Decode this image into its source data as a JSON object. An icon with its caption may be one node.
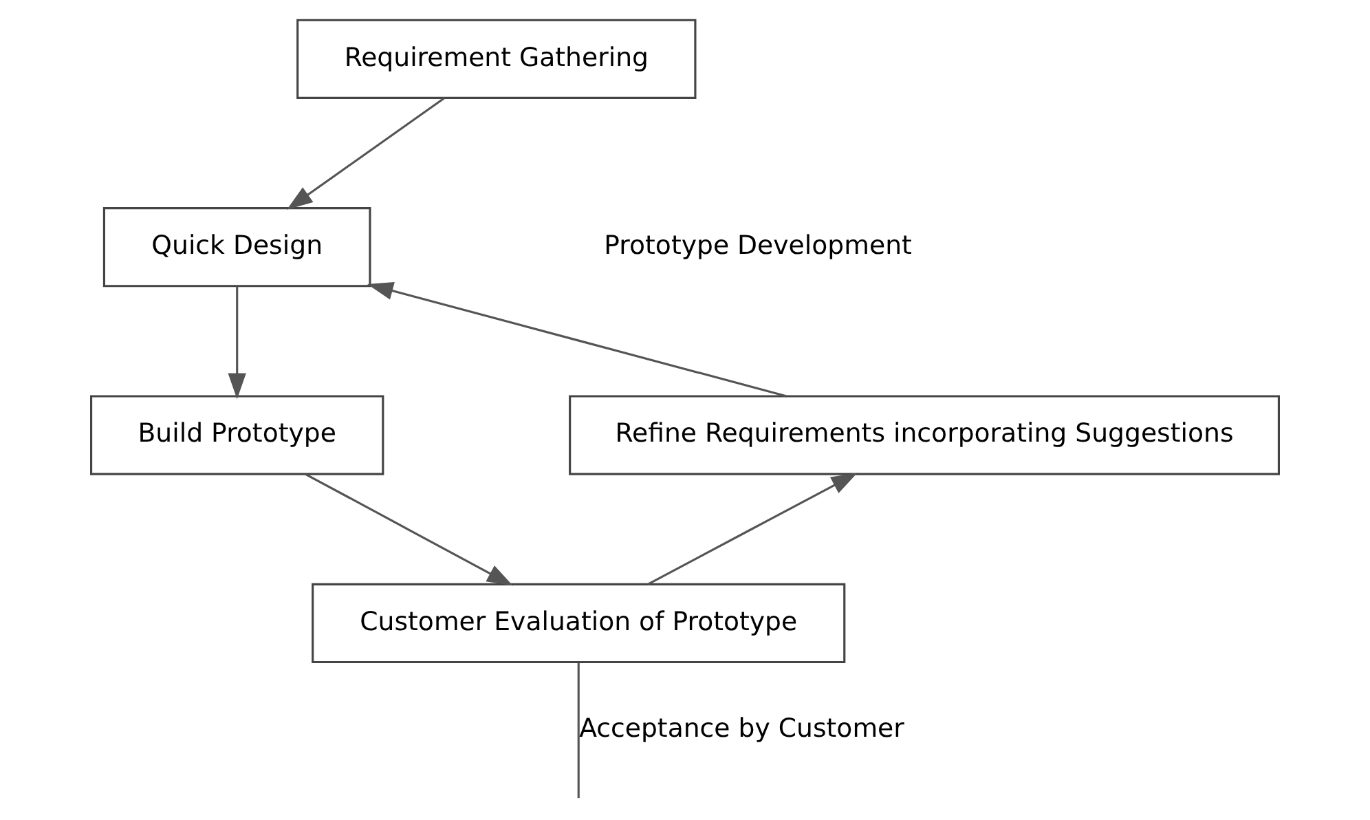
{
  "diagram": {
    "nodes": [
      {
        "text": [
          "Requirement Gathering"
        ]
      },
      {
        "text": [
          "Quick Design"
        ]
      },
      {
        "text": [
          "Build Prototype"
        ]
      },
      {
        "text": [
          "Customer Evaluation of Prototype"
        ]
      },
      {
        "text": [
          "Refine Requirements incorporating Suggestions"
        ]
      }
    ],
    "edges": [
      {
        "from": 0,
        "to": 1,
        "arrow": "to"
      },
      {
        "from": 1,
        "to": 2,
        "arrow": "to"
      },
      {
        "from": 2,
        "to": 3,
        "arrow": "to"
      },
      {
        "from": 3,
        "to": 4,
        "arrow": "to"
      },
      {
        "from": 4,
        "to": 1,
        "arrow": "to"
      },
      {
        "from": 3,
        "to": null,
        "arrow": "none",
        "label": "Acceptance by Customer"
      }
    ],
    "labels": [
      "Prototype Development"
    ]
  }
}
